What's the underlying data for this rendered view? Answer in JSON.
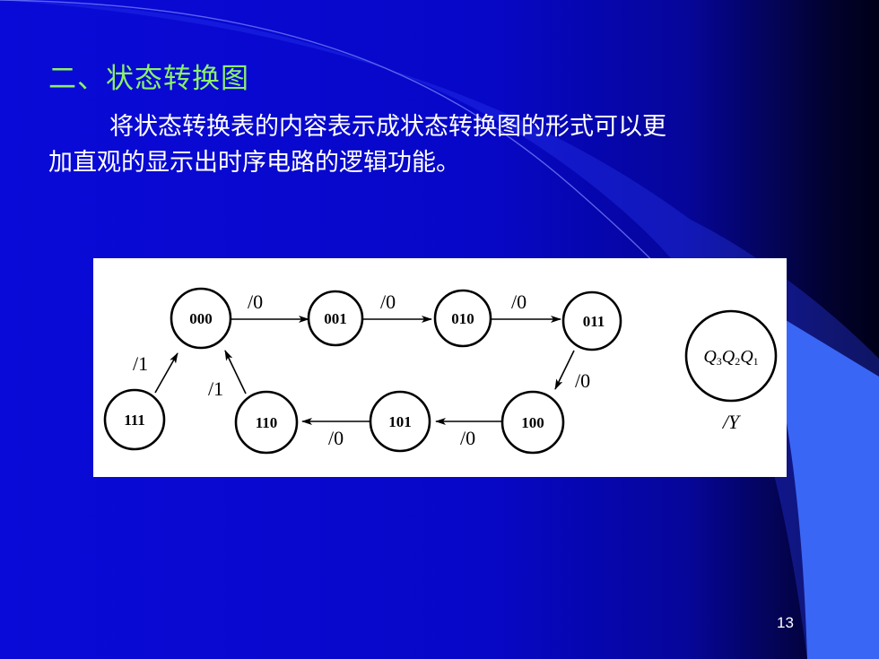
{
  "slide": {
    "title": "二、状态转换图",
    "body_line1": "将状态转换表的内容表示成状态转换图的形式可以更",
    "body_line2": "加直观的显示出时序电路的逻辑功能。",
    "page_number": "13"
  },
  "colors": {
    "background": "#0707c8",
    "title": "#8cf06a",
    "text": "#ffffff",
    "accent_shape": "#3366ff",
    "diagram_bg": "#ffffff"
  },
  "diagram": {
    "states": [
      "000",
      "001",
      "010",
      "011",
      "100",
      "101",
      "110",
      "111"
    ],
    "transitions": [
      {
        "from": "000",
        "to": "001",
        "label": "/0"
      },
      {
        "from": "001",
        "to": "010",
        "label": "/0"
      },
      {
        "from": "010",
        "to": "011",
        "label": "/0"
      },
      {
        "from": "011",
        "to": "100",
        "label": "/0"
      },
      {
        "from": "100",
        "to": "101",
        "label": "/0"
      },
      {
        "from": "101",
        "to": "110",
        "label": "/0"
      },
      {
        "from": "110",
        "to": "000",
        "label": "/1"
      },
      {
        "from": "111",
        "to": "000",
        "label": "/1"
      }
    ],
    "legend": {
      "state_vars": [
        "Q",
        "3",
        "Q",
        "2",
        "Q",
        "1"
      ],
      "output": "/Y"
    }
  }
}
